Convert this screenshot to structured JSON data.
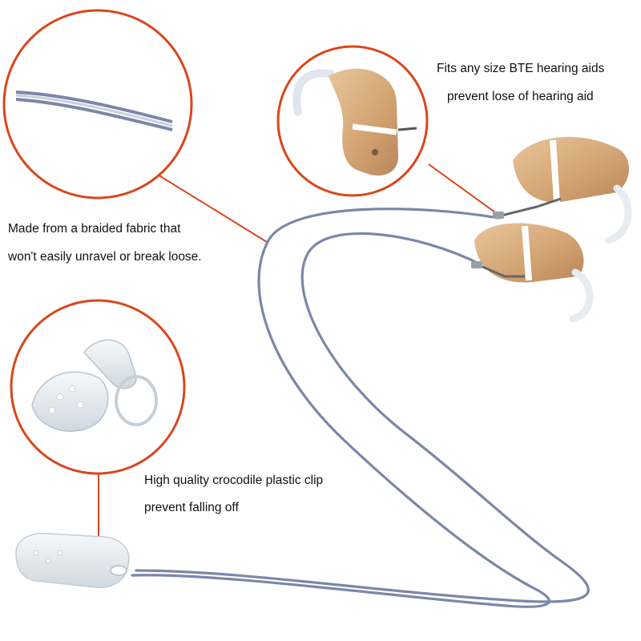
{
  "captions": {
    "fabric_line1": "Made from a braided fabric that",
    "fabric_line2": "won't easily unravel or break loose.",
    "fits_line1": "Fits any size BTE hearing aids",
    "fits_line2": "prevent lose of hearing aid",
    "clip_line1": "High quality crocodile  plastic clip",
    "clip_line2": "prevent  falling off"
  },
  "colors": {
    "callout_ring": "#d9461c",
    "cord": "#7b87a8",
    "hearing_aid": "#d7ab7c",
    "clip": "#e8eef3",
    "background": "#ffffff"
  },
  "icons": [
    "cord-detail",
    "hearing-aid",
    "crocodile-clip"
  ]
}
